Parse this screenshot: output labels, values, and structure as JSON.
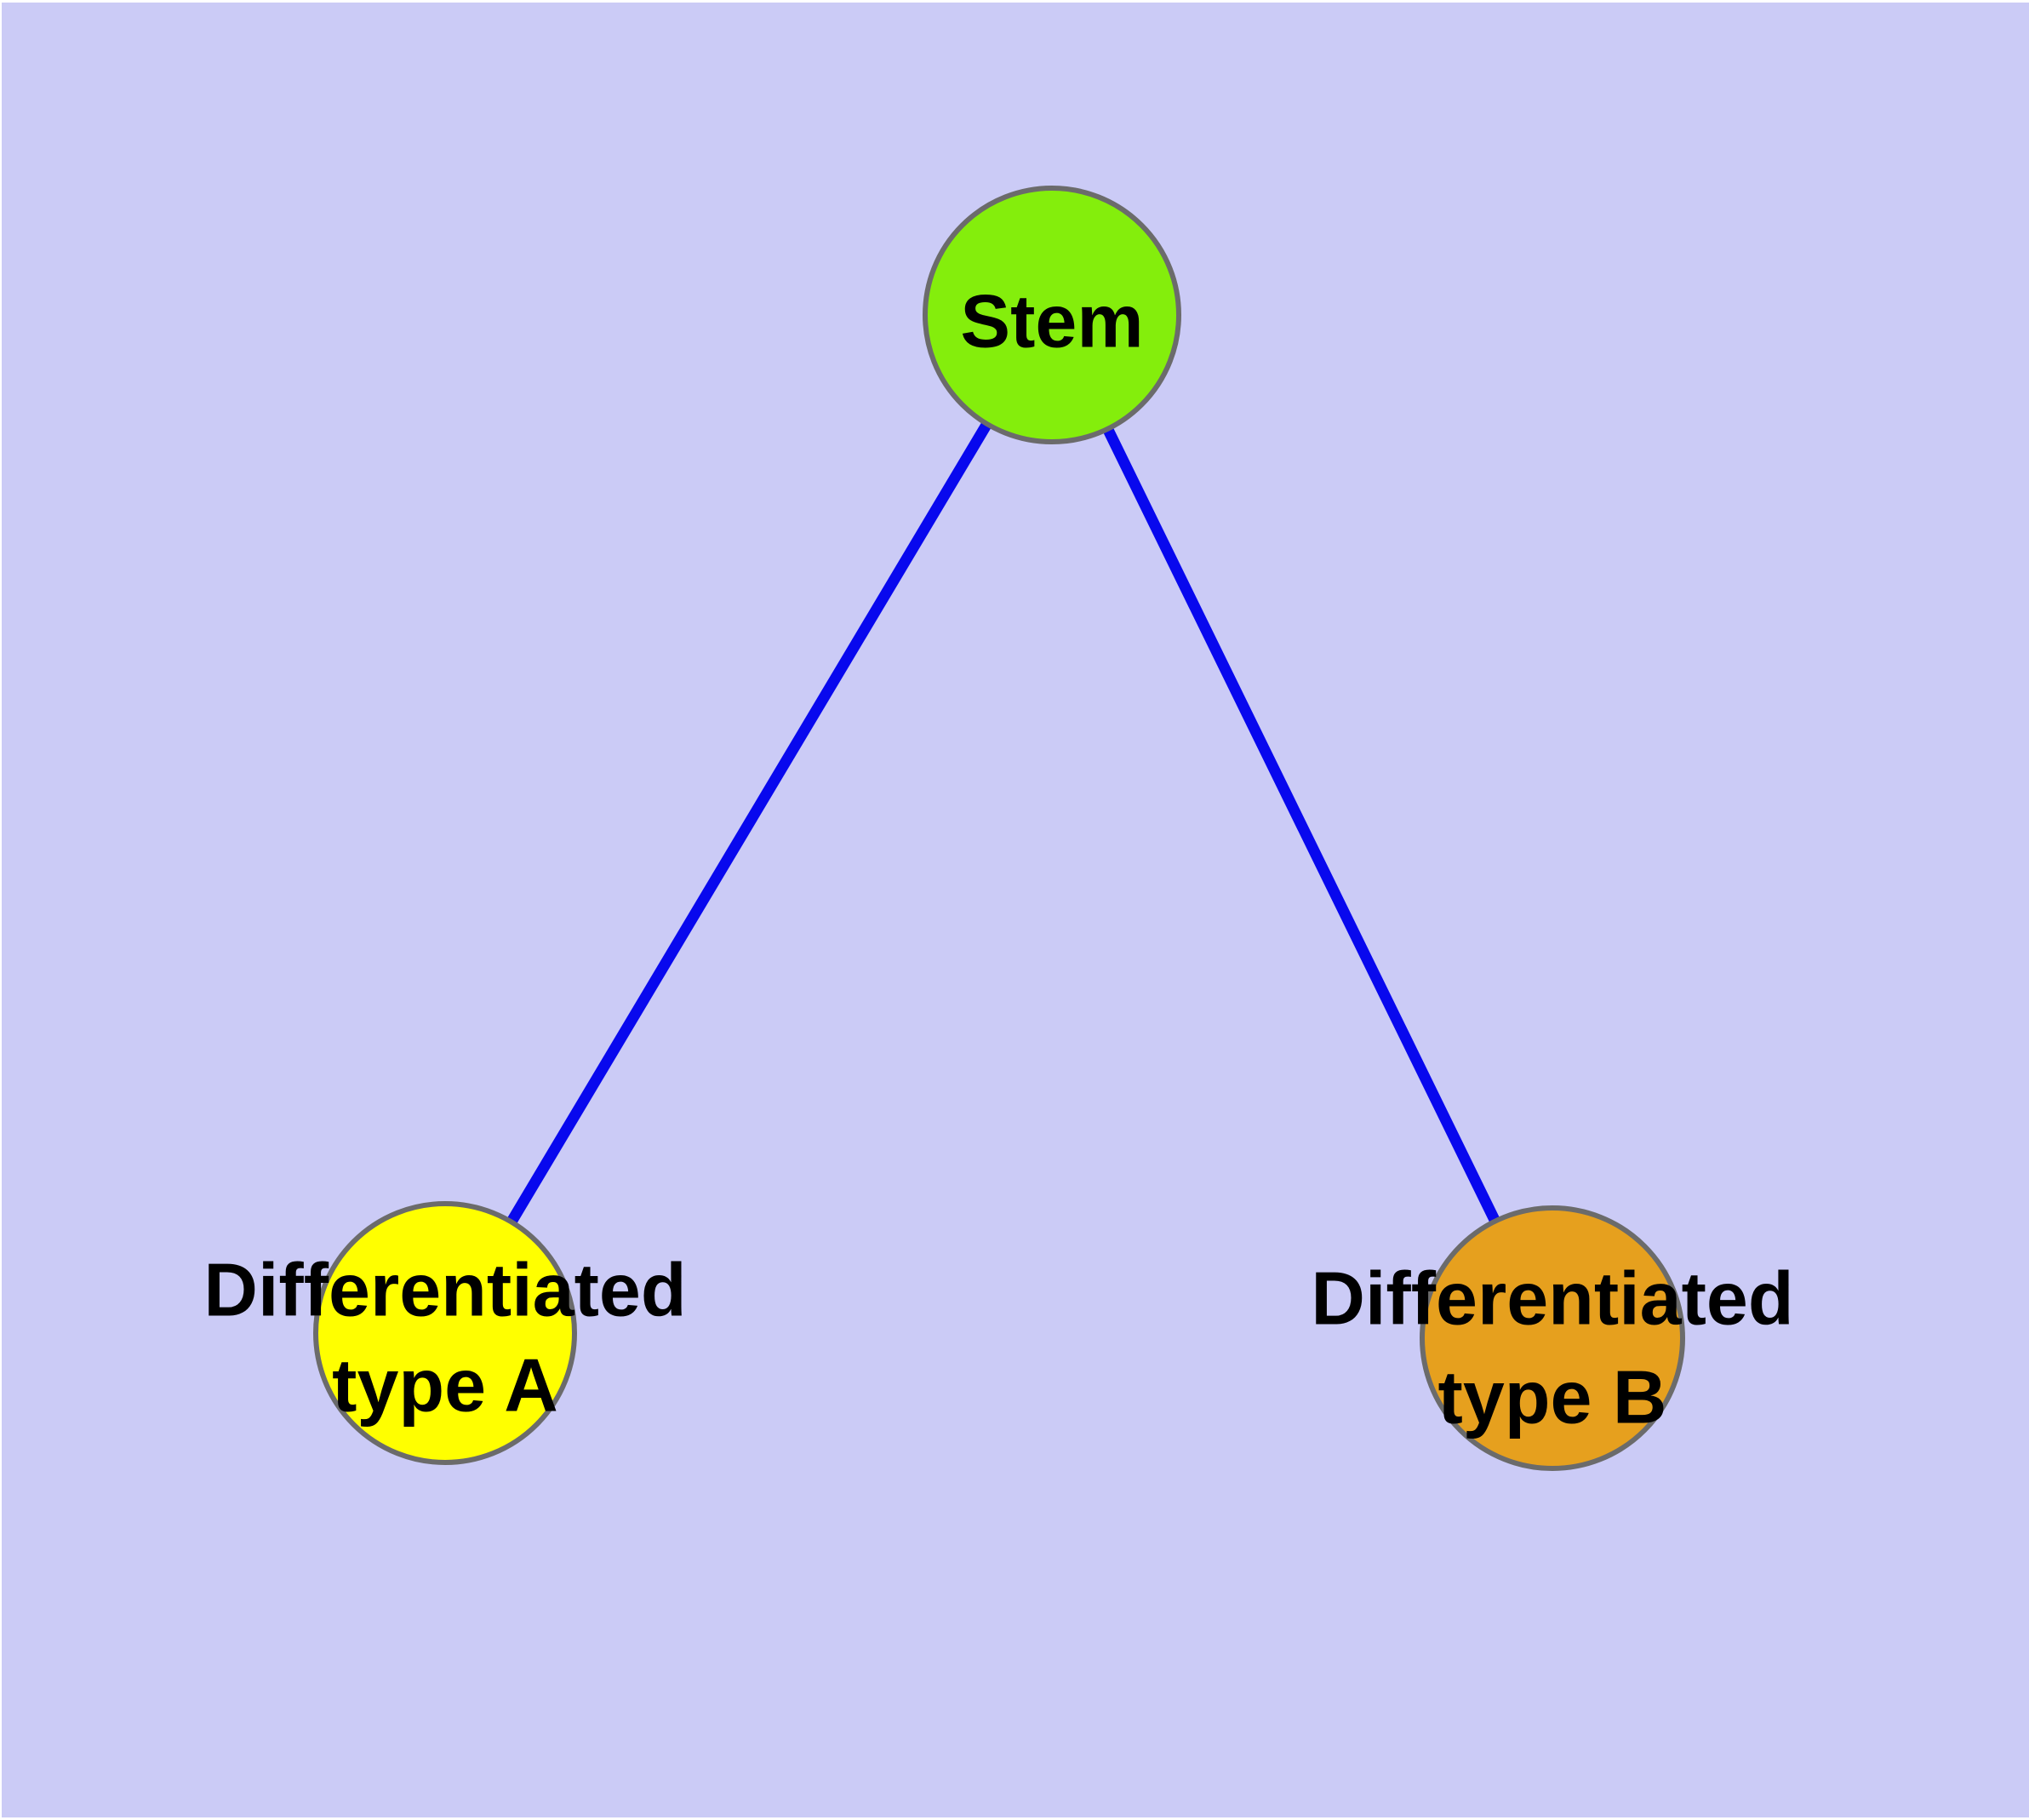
{
  "canvas": {
    "background_color": "#cbcbf6",
    "frame_color": "#ffffff"
  },
  "diagram": {
    "text_color": "#000000",
    "node_border_color": "#6b6b6b",
    "edge_color": "#0808ee",
    "nodes": {
      "stem": {
        "label": "Stem",
        "fill": "#84ee0c"
      },
      "diff_a": {
        "label": "Differentiated type A",
        "line1": "Differentiated",
        "line2": "type A",
        "fill": "#ffff00"
      },
      "diff_b": {
        "label": "Differentiated type B",
        "line1": "Differentiated",
        "line2": "type B",
        "fill": "#e6a01e"
      }
    }
  }
}
